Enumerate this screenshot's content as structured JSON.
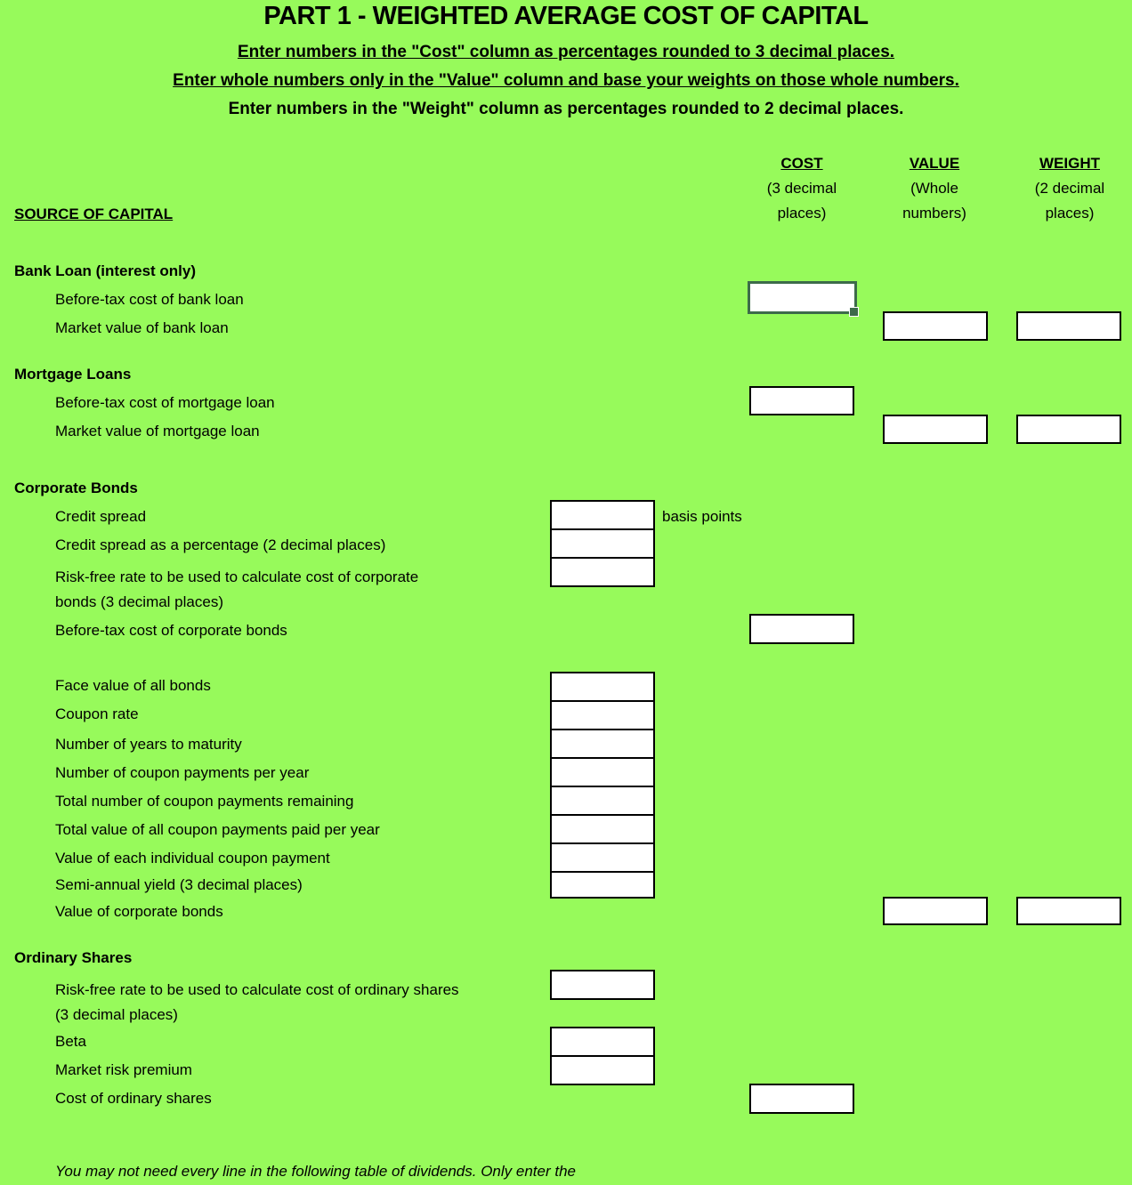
{
  "title": "PART 1 - WEIGHTED AVERAGE COST OF CAPITAL",
  "instructions": [
    "Enter numbers in the \"Cost\" column as percentages rounded to 3 decimal places.",
    "Enter whole numbers only in the \"Value\" column and base your weights on those whole numbers.",
    "Enter numbers in the \"Weight\" column as percentages rounded to 2 decimal places."
  ],
  "columns": {
    "cost": {
      "header": "COST",
      "sub1": "(3 decimal",
      "sub2": "places)"
    },
    "value": {
      "header": "VALUE",
      "sub1": "(Whole",
      "sub2": "numbers)"
    },
    "weight": {
      "header": "WEIGHT",
      "sub1": "(2 decimal",
      "sub2": "places)"
    }
  },
  "source_header": "SOURCE OF CAPITAL",
  "sections": {
    "bank": {
      "title": "Bank Loan (interest only)",
      "rows": [
        "Before-tax cost of bank loan",
        "Market value of bank loan"
      ]
    },
    "mortgage": {
      "title": "Mortgage Loans",
      "rows": [
        "Before-tax cost of mortgage loan",
        "Market value of mortgage loan"
      ]
    },
    "bonds": {
      "title": "Corporate Bonds",
      "rows": [
        "Credit spread",
        "Credit spread as a percentage (2 decimal places)",
        "Risk-free rate to be used to calculate cost of corporate",
        "bonds (3 decimal places)",
        "Before-tax cost of corporate bonds",
        "Face value of all bonds",
        "Coupon rate",
        "Number of years to maturity",
        "Number of coupon payments per year",
        "Total number of coupon payments remaining",
        "Total value of all coupon payments paid per year",
        "Value of each individual coupon payment",
        "Semi-annual yield (3 decimal places)",
        "Value of corporate bonds"
      ],
      "unit_label": "basis points"
    },
    "shares": {
      "title": "Ordinary Shares",
      "rows": [
        "Risk-free rate to be used to calculate cost of ordinary shares",
        "(3 decimal places)",
        "Beta",
        "Market risk premium",
        "Cost of ordinary shares"
      ]
    }
  },
  "footnote": "You may not need every line in the following table of dividends.  Only enter the"
}
